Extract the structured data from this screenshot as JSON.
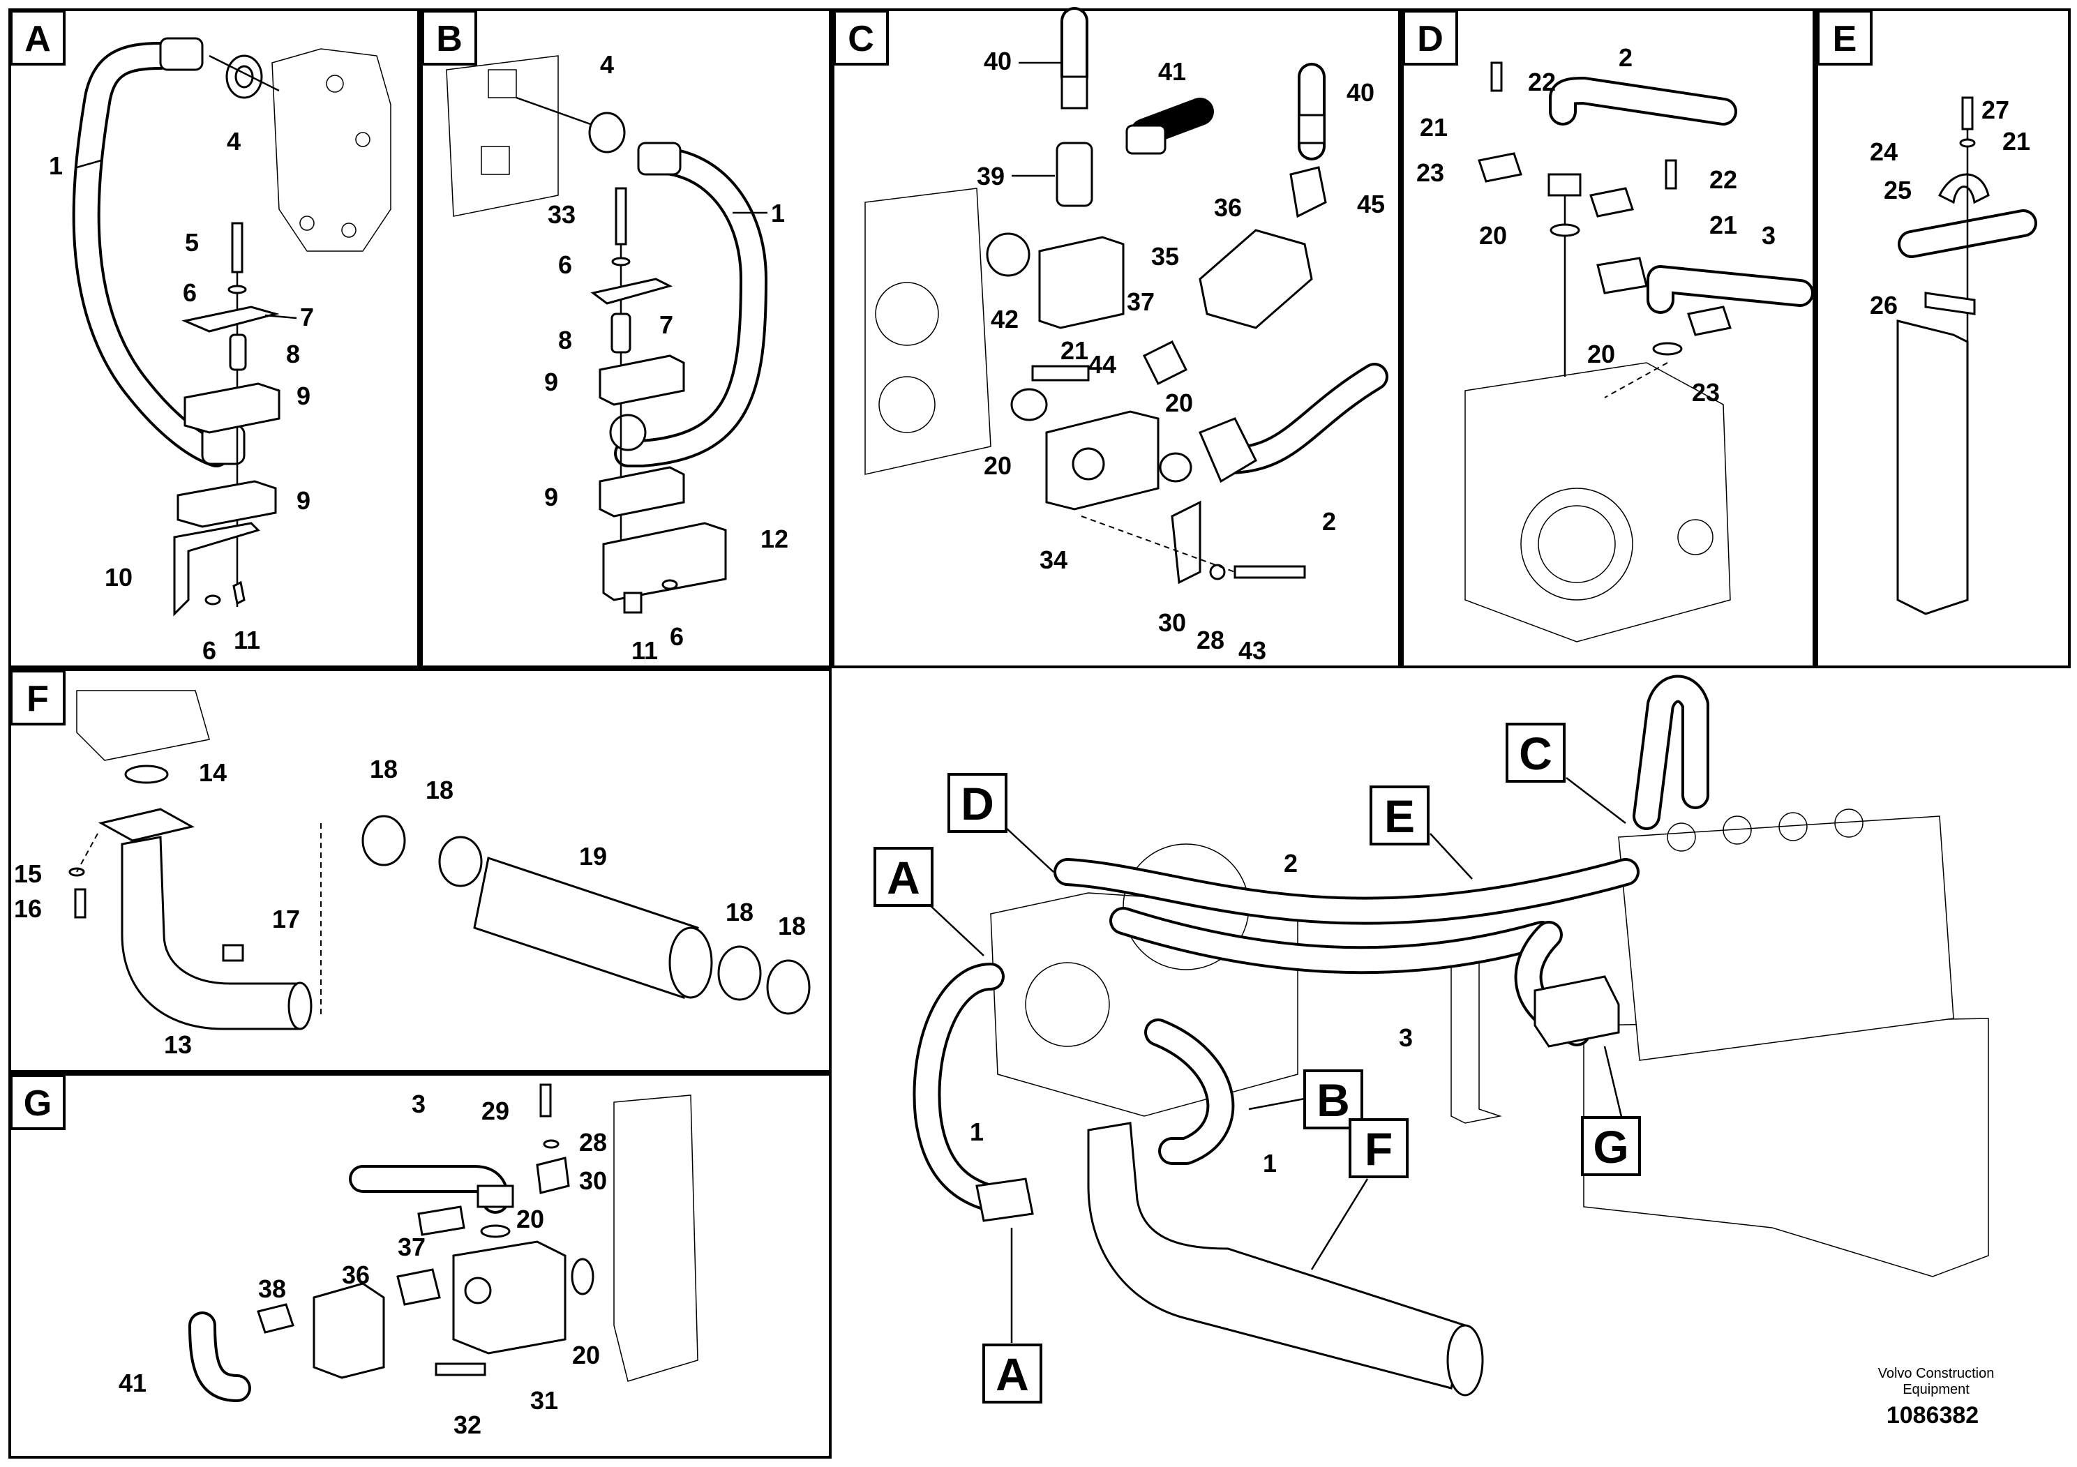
{
  "panels": {
    "A": {
      "label": "A",
      "callouts": [
        "1",
        "4",
        "5",
        "6",
        "7",
        "8",
        "9",
        "9",
        "10",
        "6",
        "11"
      ]
    },
    "B": {
      "label": "B",
      "callouts": [
        "4",
        "1",
        "33",
        "6",
        "7",
        "8",
        "9",
        "9",
        "12",
        "11",
        "6"
      ]
    },
    "C": {
      "label": "C",
      "callouts": [
        "40",
        "41",
        "40",
        "39",
        "35",
        "36",
        "45",
        "42",
        "37",
        "21",
        "44",
        "20",
        "20",
        "34",
        "2",
        "30",
        "28",
        "43"
      ]
    },
    "D": {
      "label": "D",
      "callouts": [
        "22",
        "2",
        "21",
        "23",
        "22",
        "21",
        "20",
        "3",
        "20",
        "23"
      ]
    },
    "E": {
      "label": "E",
      "callouts": [
        "27",
        "24",
        "21",
        "25",
        "26"
      ]
    },
    "F": {
      "label": "F",
      "callouts": [
        "14",
        "18",
        "18",
        "19",
        "15",
        "16",
        "17",
        "18",
        "18",
        "13"
      ]
    },
    "G": {
      "label": "G",
      "callouts": [
        "3",
        "29",
        "28",
        "30",
        "20",
        "37",
        "36",
        "38",
        "41",
        "20",
        "32",
        "31"
      ]
    }
  },
  "overview": {
    "tags": [
      "A",
      "D",
      "C",
      "E",
      "B",
      "G",
      "F",
      "A"
    ],
    "callouts": [
      "2",
      "3",
      "1",
      "1"
    ]
  },
  "footer": {
    "brand_line1": "Volvo Construction",
    "brand_line2": "Equipment",
    "doc_number": "1086382"
  }
}
